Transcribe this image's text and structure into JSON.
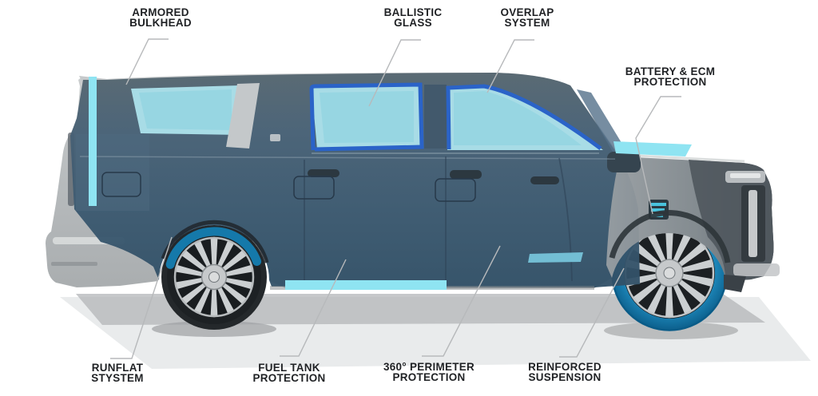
{
  "diagram": {
    "callouts": [
      {
        "id": "armored-bulkhead",
        "line1": "ARMORED",
        "line2": "BULKHEAD"
      },
      {
        "id": "ballistic-glass",
        "line1": "BALLISTIC",
        "line2": "GLASS"
      },
      {
        "id": "overlap-system",
        "line1": "OVERLAP",
        "line2": "SYSTEM"
      },
      {
        "id": "battery-ecm-protection",
        "line1": "BATTERY & ECM",
        "line2": "PROTECTION"
      },
      {
        "id": "runflat-system",
        "line1": "RUNFLAT",
        "line2": "STYSTEM"
      },
      {
        "id": "fuel-tank-protection",
        "line1": "FUEL TANK",
        "line2": "PROTECTION"
      },
      {
        "id": "perimeter-protection",
        "line1": "360° PERIMETER",
        "line2": "PROTECTION"
      },
      {
        "id": "reinforced-suspension",
        "line1": "REINFORCED",
        "line2": "SUSPENSION"
      }
    ],
    "colors": {
      "background": "#ffffff",
      "label_text": "#1f2124",
      "leader_line": "#b7b9bb",
      "glass_cyan": "#a8dce6",
      "glass_inner": "#97d6e2",
      "frame_blue": "#2a63c8",
      "highlight_cyan": "#8fe4f2",
      "armor_slate": "#3d5a73",
      "body_gray": "#b7babc",
      "front_nose_gray": "#525a60",
      "runflat_blue": "#1579aa",
      "tire_black": "#24282b",
      "rim_silver": "#cbcfd1"
    }
  }
}
